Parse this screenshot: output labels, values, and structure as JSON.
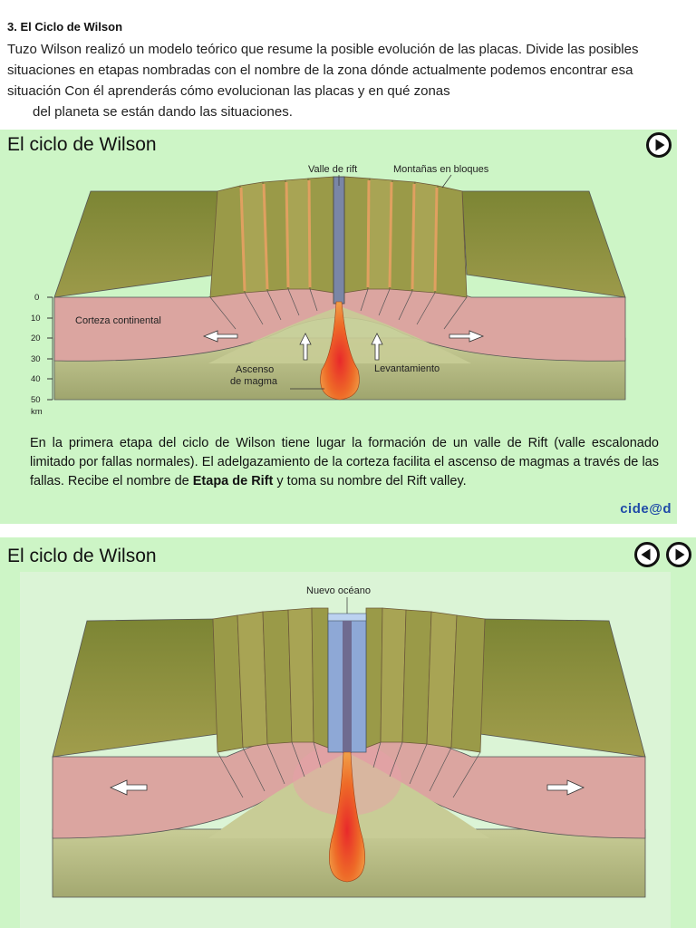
{
  "intro": {
    "heading": "3. El Ciclo de Wilson",
    "text_line1": "Tuzo Wilson realizó un modelo teórico que resume la posible evolución de las placas. Divide las posibles situaciones en etapas nombradas con el nombre de la zona dónde actualmente podemos encontrar esa situación Con él aprenderás cómo evolucionan las placas y en qué zonas",
    "text_line2": "del planeta se están dando las situaciones."
  },
  "panel1": {
    "title": "El ciclo de Wilson",
    "labels": {
      "rift_valley": "Valle de rift",
      "block_mountains": "Montañas en bloques",
      "continental_crust": "Corteza continental",
      "magma_ascent_1": "Ascenso",
      "magma_ascent_2": "de magma",
      "uplift": "Levantamiento"
    },
    "depth_axis": {
      "ticks": [
        "0",
        "10",
        "20",
        "30",
        "40",
        "50"
      ],
      "unit": "km"
    },
    "caption": {
      "part1": "En la primera etapa del ciclo de Wilson tiene lugar la formación de un valle de Rift (valle escalonado limitado por fallas normales). El adelgazamiento de la corteza facilita el ascenso de magmas a través de las fallas. Recibe el nombre de ",
      "bold": "Etapa de Rift",
      "part2": " y toma su nombre del Rift valley."
    },
    "logo": "cide@d"
  },
  "panel2": {
    "title": "El ciclo de Wilson",
    "labels": {
      "new_ocean": "Nuevo océano"
    }
  },
  "colors": {
    "panel_bg": "#cdf5c6",
    "ground_top": "#8c8f3e",
    "crust": "#dba5a0",
    "mantle": "#b7be86",
    "magma": "#e45c1e",
    "ocean": "#7fa3d8",
    "logo": "#1f4aa8"
  }
}
